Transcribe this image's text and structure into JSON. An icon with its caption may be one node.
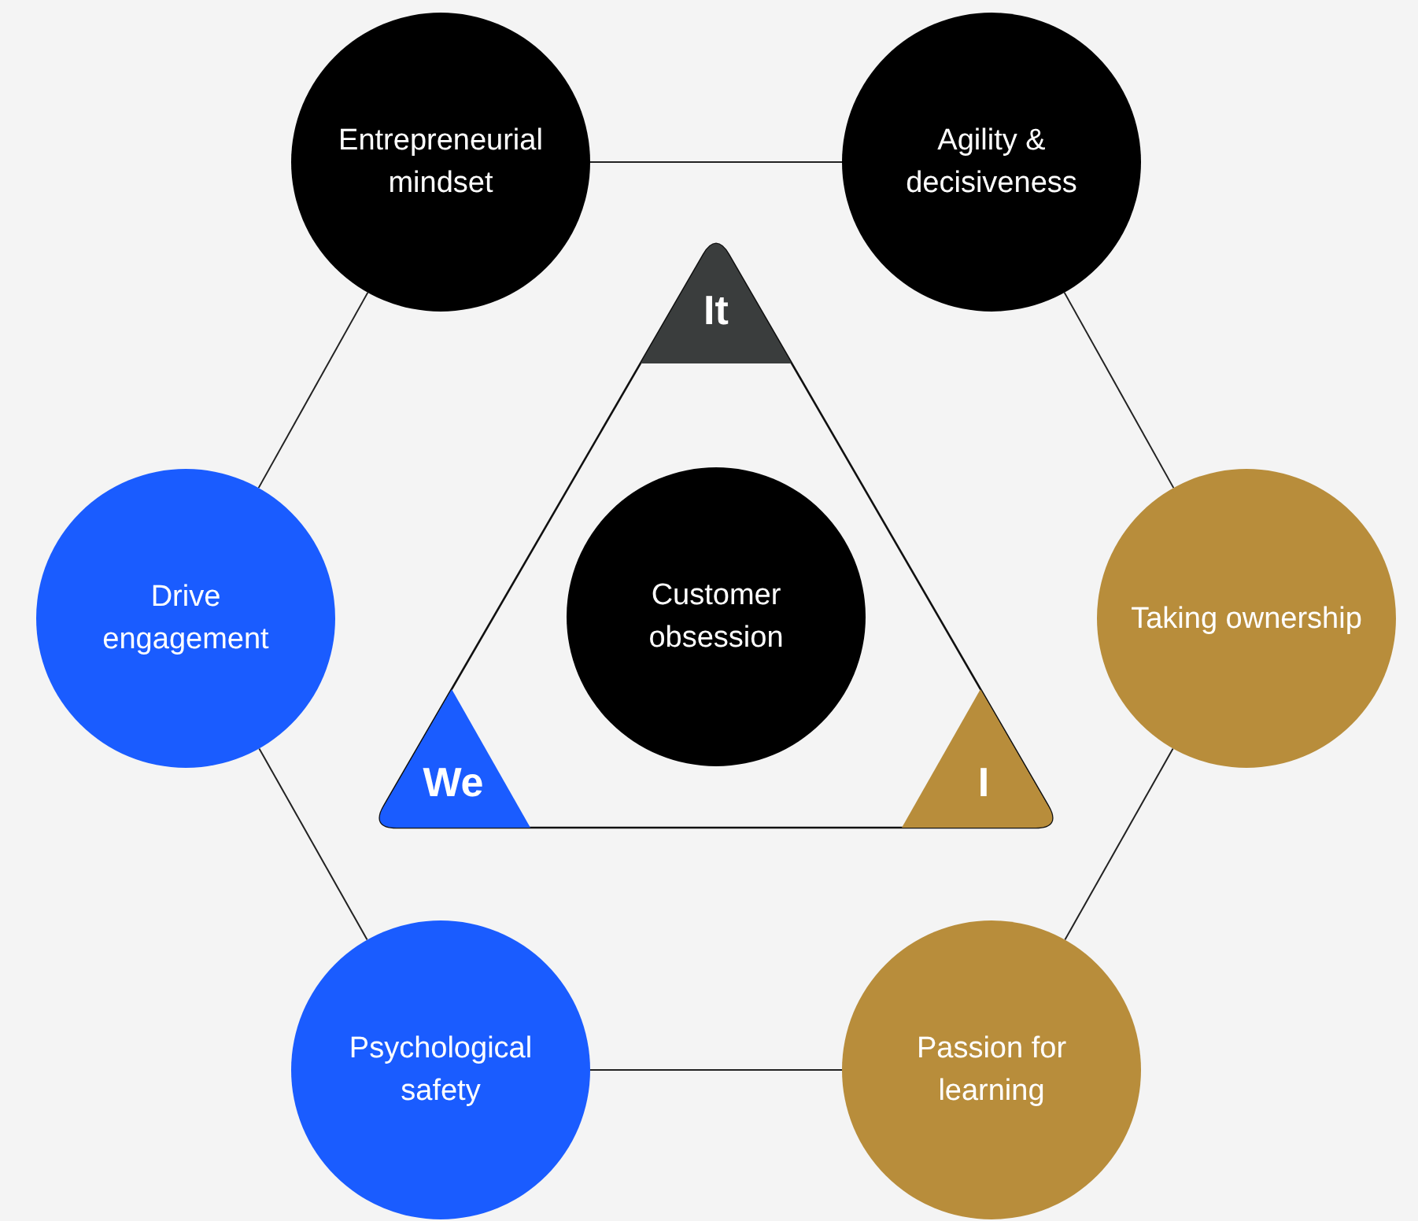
{
  "diagram": {
    "nodes": [
      {
        "text": [
          "Entrepreneurial mindset"
        ]
      },
      {
        "text": [
          "Agility & decisiveness"
        ]
      },
      {
        "text": [
          "Taking ownership"
        ]
      },
      {
        "text": [
          "Passion for learning"
        ]
      },
      {
        "text": [
          "Psychological safety"
        ]
      },
      {
        "text": [
          "Drive engagement"
        ]
      },
      {
        "text": [],
        "shape": "triangle"
      },
      {
        "text": [
          "It"
        ],
        "in": 6
      },
      {
        "text": [
          "Customer obsession"
        ],
        "in": 6
      },
      {
        "text": [
          "We"
        ],
        "in": 6
      },
      {
        "text": [
          "I"
        ],
        "in": 6
      }
    ],
    "edges": [
      {
        "from": 0,
        "to": 1,
        "arrow": "none"
      },
      {
        "from": 1,
        "to": 2,
        "arrow": "none"
      },
      {
        "from": 2,
        "to": 3,
        "arrow": "none"
      },
      {
        "from": 3,
        "to": 4,
        "arrow": "none"
      },
      {
        "from": 4,
        "to": 5,
        "arrow": "none"
      },
      {
        "from": 5,
        "to": 0,
        "arrow": "none"
      }
    ]
  }
}
